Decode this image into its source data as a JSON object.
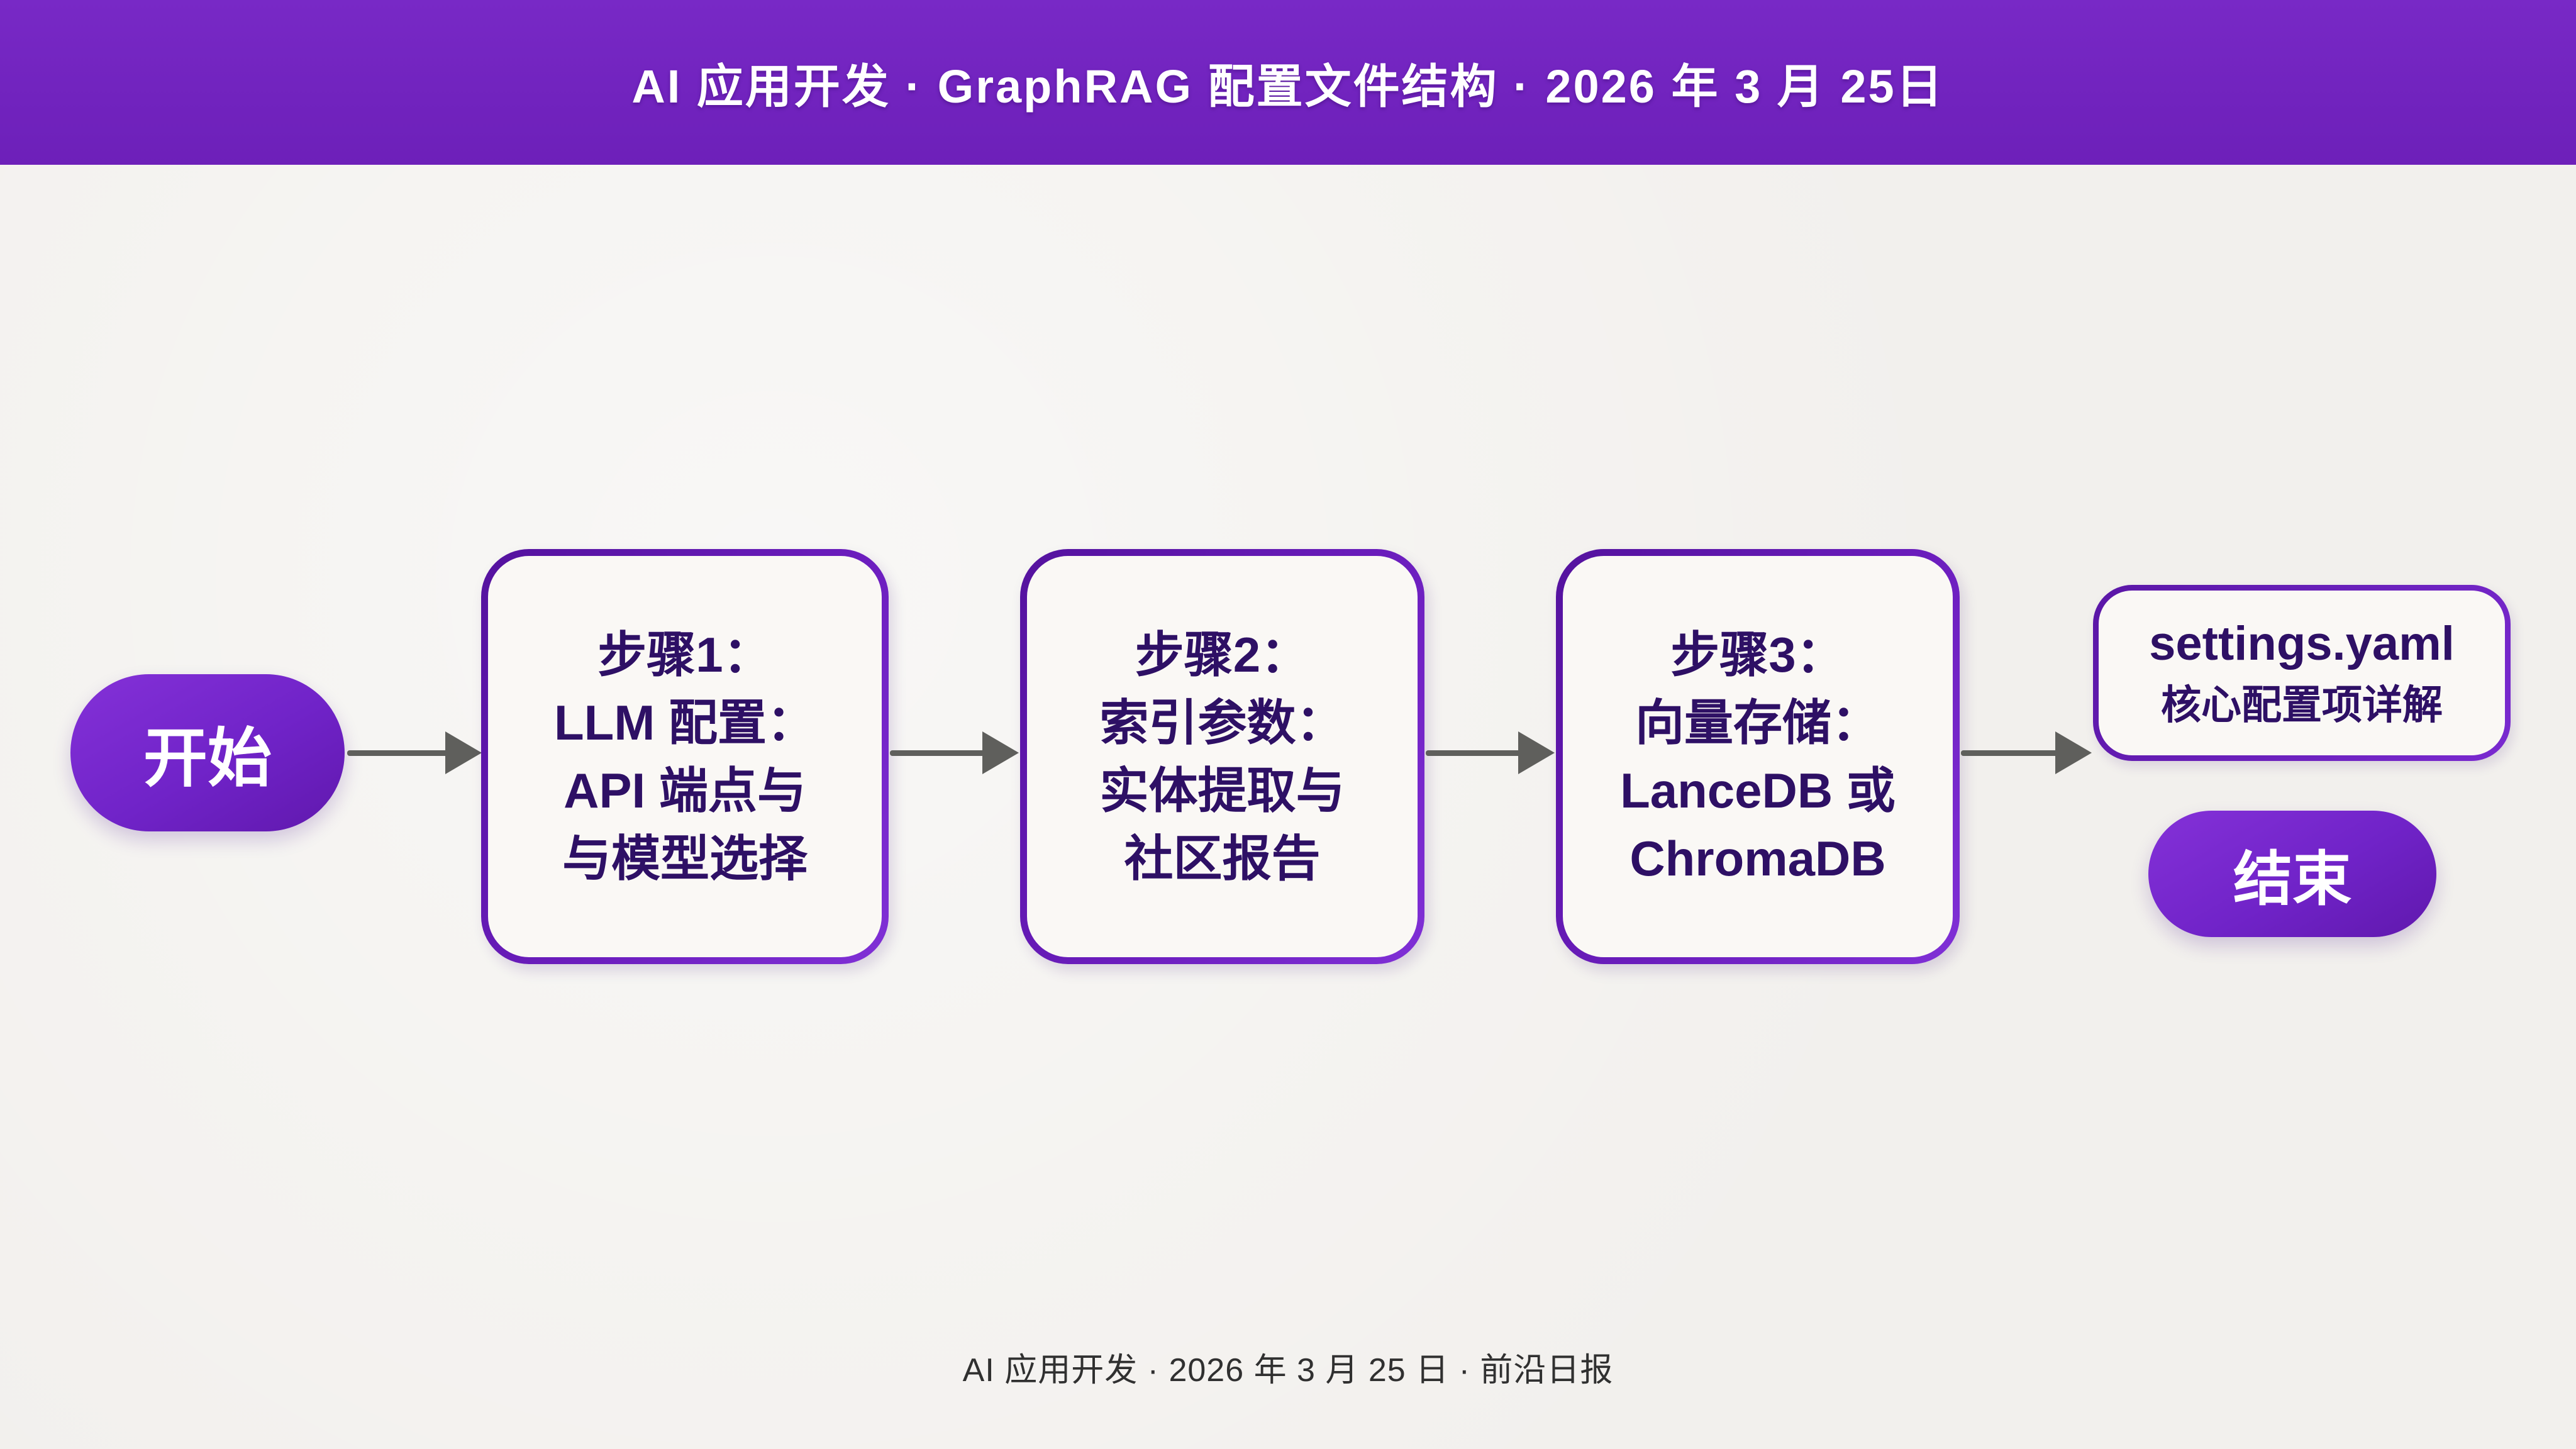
{
  "header": {
    "title": "AI 应用开发 · GraphRAG 配置文件结构 · 2026 年 3 月 25日"
  },
  "flow": {
    "start_label": "开始",
    "end_label": "结束",
    "steps": [
      {
        "lines": [
          "步骤1：",
          "LLM 配置：",
          "API 端点与",
          "与模型选择"
        ]
      },
      {
        "lines": [
          "步骤2：",
          "索引参数：",
          "实体提取与",
          "社区报告"
        ]
      },
      {
        "lines": [
          "步骤3：",
          "向量存储：",
          "LanceDB 或",
          "ChromaDB"
        ]
      }
    ],
    "result": {
      "lines": [
        "settings.yaml",
        "核心配置项详解"
      ]
    }
  },
  "footer": {
    "text": "AI 应用开发 · 2026 年 3 月 25 日 · 前沿日报"
  },
  "colors": {
    "header_bg": "#7123BE",
    "node_purple": "#7023C8",
    "box_border": "#6B1DBD",
    "box_fill": "#FAF8F5",
    "box_text": "#2E1065",
    "arrow": "#5F5F5C",
    "background": "#F2F0ED",
    "footer_text": "#303030"
  }
}
